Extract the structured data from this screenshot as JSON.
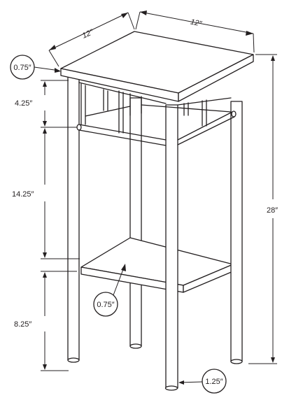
{
  "dimensions": {
    "depth_top": "12″",
    "width_top": "12″",
    "top_thickness": "0.75″",
    "apron_height": "4.25″",
    "middle_gap": "14.25″",
    "total_height": "28″",
    "shelf_thickness": "0.75″",
    "lower_gap": "8.25″",
    "leg_diameter": "1.25″"
  }
}
